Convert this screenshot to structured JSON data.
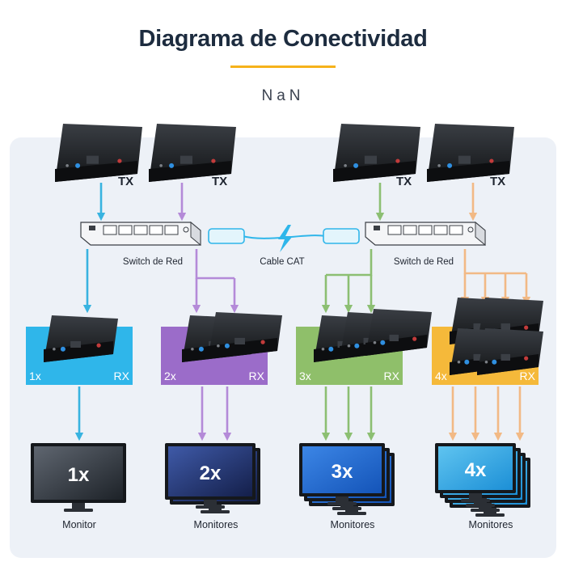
{
  "title": "Diagrama de Conectividad",
  "subtitle": "NaN",
  "tx_label": "TX",
  "rx_label": "RX",
  "switch_label": "Switch de Red",
  "cable_label": "Cable CAT",
  "groups": [
    {
      "count_label": "1x",
      "screen_label": "1x",
      "monitor_label": "Monitor",
      "color": "#2fb6ea",
      "line_color": "#38b3e0"
    },
    {
      "count_label": "2x",
      "screen_label": "2x",
      "monitor_label": "Monitores",
      "color": "#9b6cc9",
      "line_color": "#b48ad8"
    },
    {
      "count_label": "3x",
      "screen_label": "3x",
      "monitor_label": "Monitores",
      "color": "#8fbf6a",
      "line_color": "#8cbf72"
    },
    {
      "count_label": "4x",
      "screen_label": "4x",
      "monitor_label": "Monitores",
      "color": "#f5b93a",
      "line_color": "#f2b985"
    }
  ],
  "colors": {
    "title": "#1d2c3f",
    "accent_underline": "#f6b21b",
    "background_panel": "#edf1f7",
    "device": "#1b1d20",
    "cable": "#2fb6ea"
  }
}
